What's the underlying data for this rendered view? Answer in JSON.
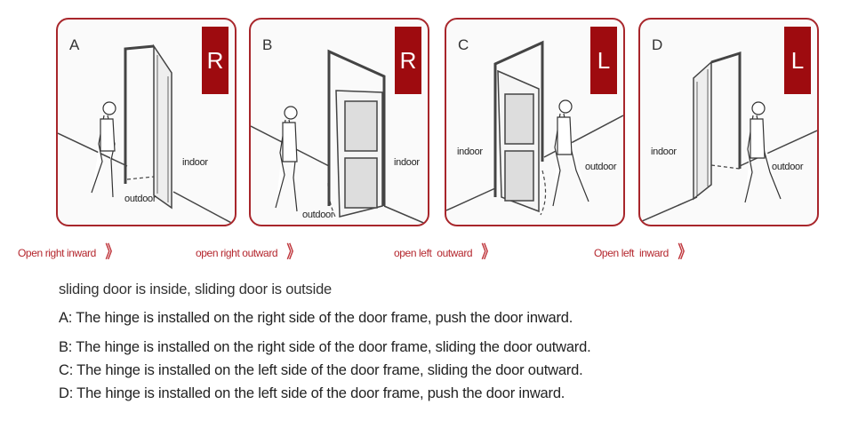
{
  "panels": [
    {
      "id": "A",
      "letter": "A",
      "badge": "R",
      "indoor": "indoor",
      "outdoor": "outdoor",
      "caption": "Open right inward"
    },
    {
      "id": "B",
      "letter": "B",
      "badge": "R",
      "indoor": "indoor",
      "outdoor": "outdoor",
      "caption": "open right outward"
    },
    {
      "id": "C",
      "letter": "C",
      "badge": "L",
      "indoor": "indoor",
      "outdoor": "outdoor",
      "caption": "open left  outward"
    },
    {
      "id": "D",
      "letter": "D",
      "badge": "L",
      "indoor": "indoor",
      "outdoor": "outdoor",
      "caption": "Open left  inward"
    }
  ],
  "chevron_icon": "》",
  "description": {
    "intro": "sliding door is inside, sliding door is outside",
    "lines": [
      "A: The hinge is installed on the right side of the door frame, push the door inward.",
      "B: The hinge is installed on the right side of the door frame, sliding the door outward.",
      "C: The hinge is installed on the left side of the door frame, sliding the door outward.",
      "D: The hinge is installed on the left side of the door frame, push the door inward."
    ]
  },
  "colors": {
    "border": "#a8262b",
    "badge": "#9e0b0f",
    "caption": "#b4262d"
  }
}
